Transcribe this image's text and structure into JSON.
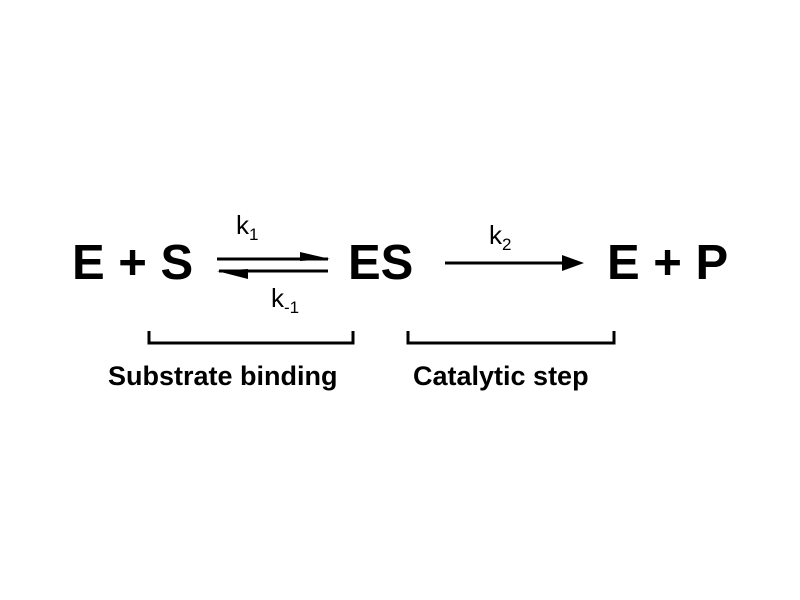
{
  "reaction": {
    "reactants": "E + S",
    "complex": "ES",
    "products": "E + P",
    "k_forward": {
      "symbol": "k",
      "subscript": "1"
    },
    "k_reverse": {
      "symbol": "k",
      "subscript": "-1"
    },
    "k_catalytic": {
      "symbol": "k",
      "subscript": "2"
    }
  },
  "brackets": {
    "binding_label": "Substrate binding",
    "catalytic_label": "Catalytic step"
  }
}
